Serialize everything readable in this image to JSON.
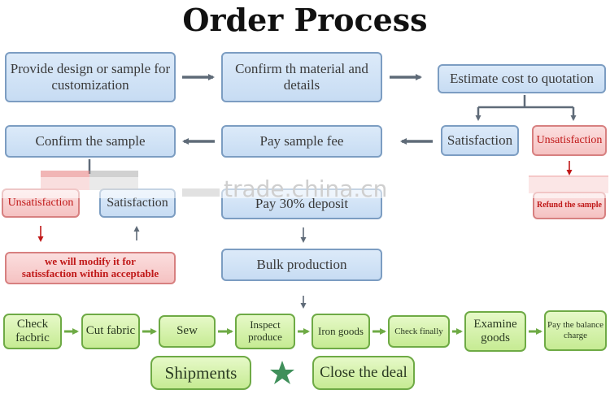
{
  "title": "Order Process",
  "watermark": "trade.china.cn",
  "steps": {
    "provide_design": "Provide design or sample for customization",
    "confirm_material": "Confirm th material and details",
    "estimate_cost": "Estimate cost to quotation",
    "confirm_sample": "Confirm the sample",
    "pay_sample_fee": "Pay sample fee",
    "satisfaction_right": "Satisfaction",
    "unsatisfaction_right": "Unsatisfaction",
    "unsatisfaction_left": "Unsatisfaction",
    "satisfaction_left": "Satisfaction",
    "pay_deposit": "Pay 30% deposit",
    "refund_sample": "Refund the sample",
    "modify": "we will modify it for satissfaction within acceptable",
    "bulk_production": "Bulk production"
  },
  "production_chain": [
    "Check facbric",
    "Cut fabric",
    "Sew",
    "Inspect produce",
    "Iron goods",
    "Check finally",
    "Examine goods",
    "Pay the balance charge"
  ],
  "final": {
    "shipments": "Shipments",
    "close_deal": "Close the deal"
  },
  "colors": {
    "blue_fill": "#dceaf9",
    "blue_border": "#7c9dc2",
    "red_fill": "#fbdede",
    "red_text": "#c01818",
    "green_fill": "#c6eb93",
    "green_border": "#6eaa45",
    "arrow_gray": "#5f6b78",
    "star": "#3f8f5a"
  }
}
